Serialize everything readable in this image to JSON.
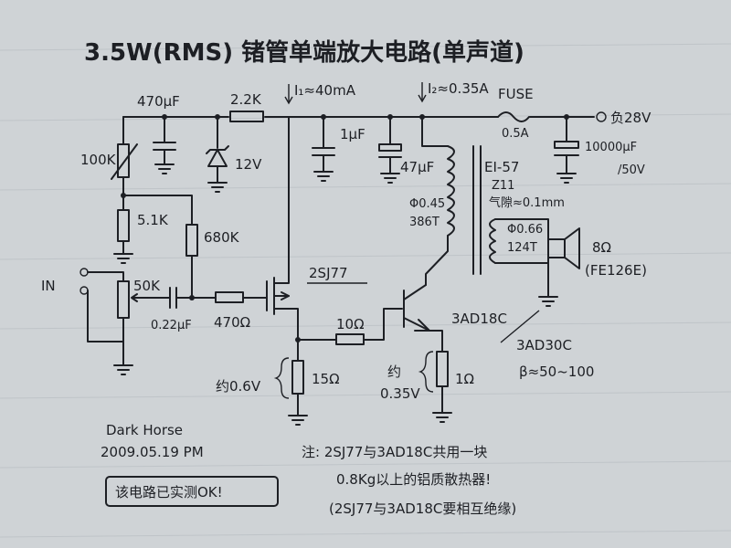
{
  "title": "3.5W(RMS) 锗管单端放大电路(单声道)",
  "labels": {
    "i1": "I₁≈40mA",
    "i2": "I₂≈0.35A",
    "fuse": "FUSE",
    "fuse_rating": "0.5A",
    "supply": "负28V",
    "c_470uf": "470μF",
    "r_2_2k": "2.2K",
    "zener": "12V",
    "r_100k": "100K",
    "r_5_1k": "5.1K",
    "r_680k": "680K",
    "c_1uf": "1μF",
    "c_47uf": "47μF",
    "c_10000uf": "10000μF",
    "c_10000uf_v": "/50V",
    "transformer": "EI-57",
    "transformer_z": "Z11",
    "air_gap": "气隙≈0.1mm",
    "primary_wire": "Φ0.45",
    "primary_turns": "386T",
    "secondary_wire": "Φ0.66",
    "secondary_turns": "124T",
    "speaker_ohm": "8Ω",
    "speaker_model": "(FE126E)",
    "input": "IN",
    "pot_50k": "50K",
    "c_0_22uf": "0.22μF",
    "r_470": "470Ω",
    "mosfet": "2SJ77",
    "r_10": "10Ω",
    "bjt1": "3AD18C",
    "bjt2": "3AD30C",
    "beta": "β≈50~100",
    "v_06": "约0.6V",
    "r_15": "15Ω",
    "v_035_a": "约",
    "v_035_b": "0.35V",
    "r_1": "1Ω"
  },
  "footer": {
    "author": "Dark Horse",
    "date": "2009.05.19 PM",
    "stamp": "该电路已实测OK!",
    "note_line1": "注: 2SJ77与3AD18C共用一块",
    "note_line2": "0.8Kg以上的铝质散热器!",
    "note_line3": "(2SJ77与3AD18C要相互绝缘)"
  },
  "colors": {
    "ink": "#1d1f24",
    "paper": "#cfd3d6"
  }
}
